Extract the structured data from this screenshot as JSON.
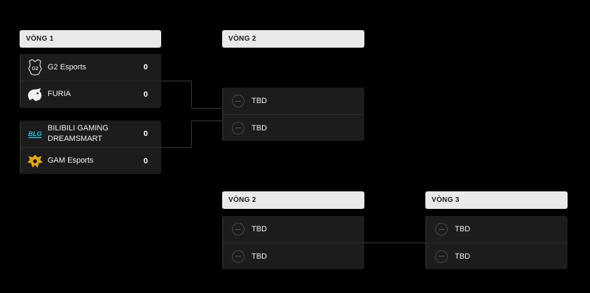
{
  "rounds": {
    "r1": "VÒNG 1",
    "r2_upper": "VÒNG 2",
    "r2_lower": "VÒNG 2",
    "r3": "VÒNG 3"
  },
  "round1": {
    "match1": {
      "team1": {
        "name": "G2 Esports",
        "score": "0",
        "logo": "g2-logo-icon"
      },
      "team2": {
        "name": "FURIA",
        "score": "0",
        "logo": "furia-logo-icon"
      }
    },
    "match2": {
      "team1": {
        "name": "BILIBILI GAMING DREAMSMART",
        "score": "0",
        "logo": "blg-logo-icon"
      },
      "team2": {
        "name": "GAM Esports",
        "score": "0",
        "logo": "gam-logo-icon"
      }
    }
  },
  "round2_upper": {
    "team1": "TBD",
    "team2": "TBD"
  },
  "round2_lower": {
    "team1": "TBD",
    "team2": "TBD"
  },
  "round3": {
    "team1": "TBD",
    "team2": "TBD"
  },
  "colors": {
    "background": "#000000",
    "card": "#1c1c1c",
    "header": "#e9e9e9",
    "blg": "#1ec8e8",
    "gam": "#e0a521"
  }
}
